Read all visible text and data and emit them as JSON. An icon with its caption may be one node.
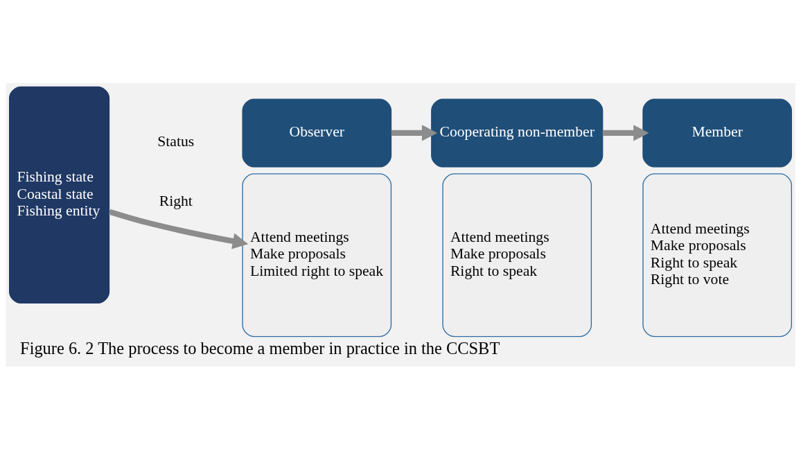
{
  "diagram": {
    "caption": "Figure 6. 2 The process to become a member in practice in the CCSBT",
    "nodes": [
      {
        "text": [
          "Fishing state",
          "Coastal state",
          "Fishing entity"
        ]
      },
      {
        "text": [
          "Observer"
        ]
      },
      {
        "text": [
          "Attend meetings",
          "Make proposals",
          "Limited right to speak"
        ]
      },
      {
        "text": [
          "Cooperating non-member"
        ]
      },
      {
        "text": [
          "Attend meetings",
          "Make proposals",
          "Right to speak"
        ]
      },
      {
        "text": [
          "Member"
        ]
      },
      {
        "text": [
          "Attend meetings",
          "Make proposals",
          "Right to speak",
          "Right to vote"
        ]
      }
    ],
    "edges": [
      {
        "from": 0,
        "to": 2,
        "arrow": "to"
      },
      {
        "from": 1,
        "to": 3,
        "arrow": "to"
      },
      {
        "from": 3,
        "to": 5,
        "arrow": "to"
      }
    ],
    "labels": [
      "Status",
      "Right"
    ]
  }
}
